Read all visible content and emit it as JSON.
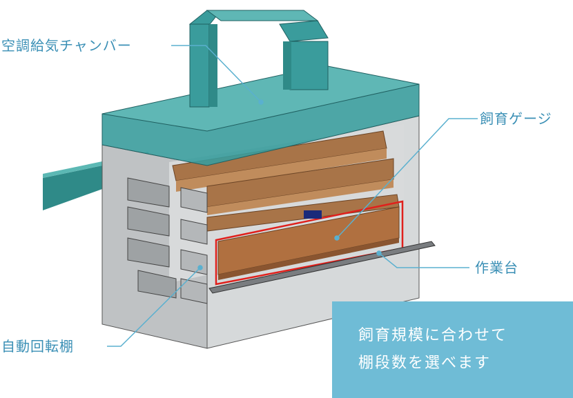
{
  "labels": {
    "chamber": "空調給気チャンバー",
    "cage": "飼育ゲージ",
    "workbench": "作業台",
    "shelf": "自動回転棚"
  },
  "note": {
    "line1": "飼育規模に合わせて",
    "line2": "棚段数を選べます"
  },
  "colors": {
    "accent": "#3a8fb5",
    "chamber_teal": "#3a9c9c",
    "note_bg": "#6fbcd6",
    "highlight_red": "#e0201c",
    "cage_brown": "#9a6a3c"
  }
}
